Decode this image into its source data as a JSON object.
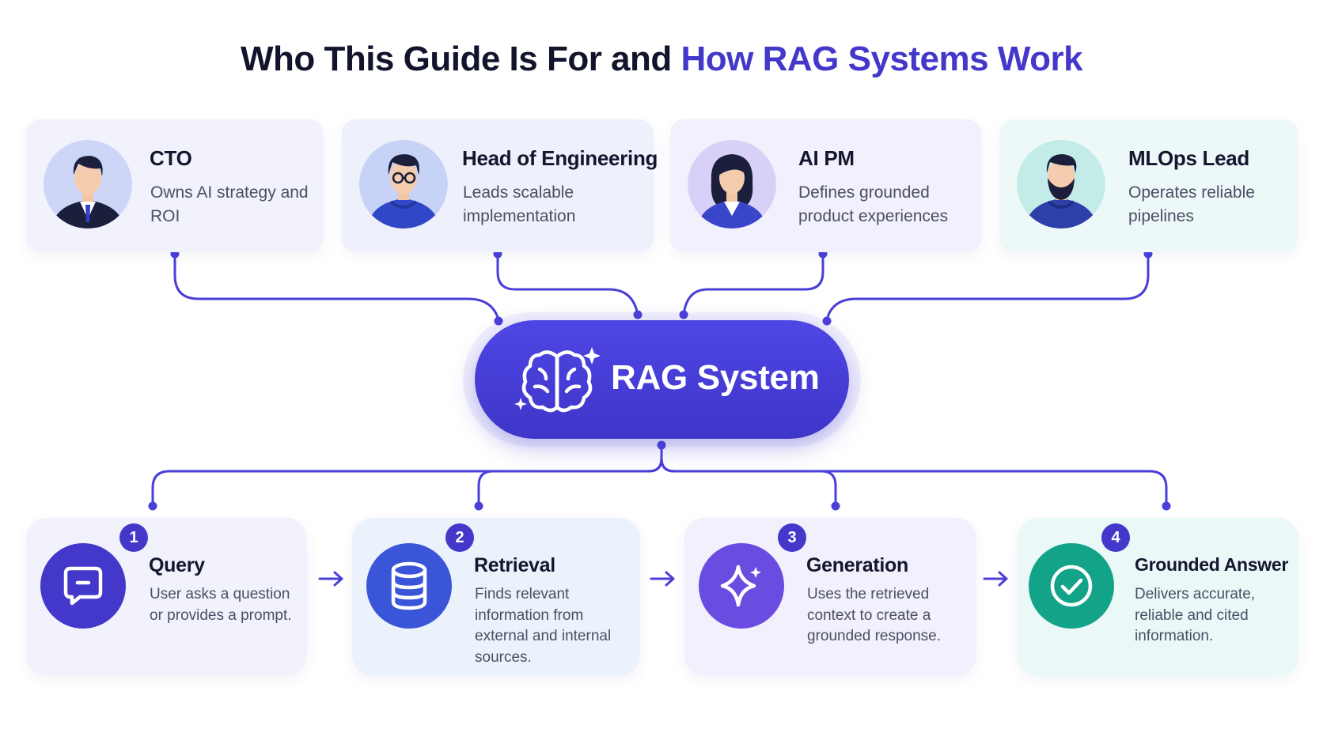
{
  "title": {
    "prefix": "Who This Guide Is For and ",
    "highlight": "How RAG Systems Work"
  },
  "colors": {
    "accent": "#4338ca",
    "connector": "#4a3fd8",
    "text_dark": "#14162e",
    "text_muted": "#4a4f63"
  },
  "personas": [
    {
      "role": "CTO",
      "description": "Owns AI strategy and ROI",
      "icon": "cto-avatar-icon"
    },
    {
      "role": "Head of Engineering",
      "description": "Leads scalable implementation",
      "icon": "engineer-avatar-icon"
    },
    {
      "role": "AI PM",
      "description": "Defines grounded product experiences",
      "icon": "product-manager-avatar-icon"
    },
    {
      "role": "MLOps Lead",
      "description": "Operates reliable pipelines",
      "icon": "mlops-avatar-icon"
    }
  ],
  "hub": {
    "label": "RAG System",
    "icon": "brain-sparkle-icon"
  },
  "steps": [
    {
      "number": "1",
      "title": "Query",
      "description": "User asks a question or provides a prompt.",
      "icon": "chat-icon",
      "color": "#4338ca"
    },
    {
      "number": "2",
      "title": "Retrieval",
      "description": "Finds relevant information from external and internal sources.",
      "icon": "database-icon",
      "color": "#3b55d9"
    },
    {
      "number": "3",
      "title": "Generation",
      "description": "Uses the retrieved context to create a grounded response.",
      "icon": "sparkle-icon",
      "color": "#6a4ce0"
    },
    {
      "number": "4",
      "title": "Grounded Answer",
      "description": "Delivers accurate, reliable and cited information.",
      "icon": "check-circle-icon",
      "color": "#12a389"
    }
  ]
}
